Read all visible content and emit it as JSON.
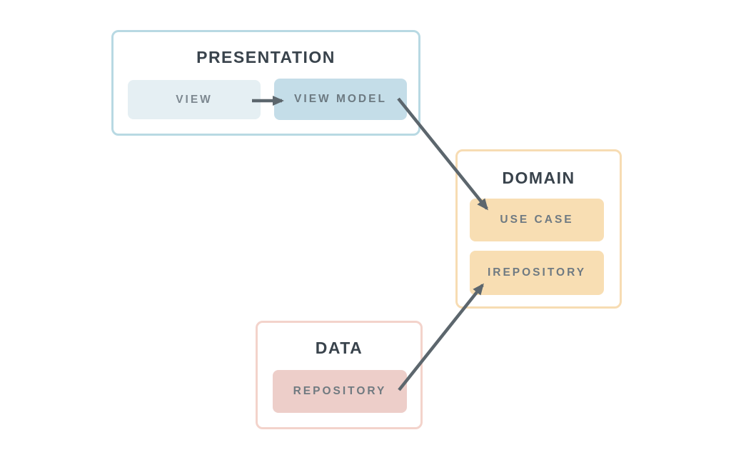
{
  "diagram": {
    "background": "#ffffff",
    "title_color": "#39434c",
    "arrow_color": "#5c666d",
    "groups": [
      {
        "id": "presentation",
        "title": "PRESENTATION",
        "border_color": "#b8d9e3",
        "nodes": [
          {
            "id": "view",
            "label": "VIEW",
            "fill": "#e5eff3",
            "text_color": "#7d8890"
          },
          {
            "id": "view-model",
            "label": "VIEW MODEL",
            "fill": "#c4dde8",
            "text_color": "#6d7a82"
          }
        ]
      },
      {
        "id": "domain",
        "title": "DOMAIN",
        "border_color": "#f7dcb3",
        "nodes": [
          {
            "id": "use-case",
            "label": "USE CASE",
            "fill": "#f8deb3",
            "text_color": "#6f7a82"
          },
          {
            "id": "irepository",
            "label": "IREPOSITORY",
            "fill": "#f8deb3",
            "text_color": "#6f7a82"
          }
        ]
      },
      {
        "id": "data",
        "title": "DATA",
        "border_color": "#f3d3cb",
        "nodes": [
          {
            "id": "repository",
            "label": "REPOSITORY",
            "fill": "#edcec9",
            "text_color": "#707a80"
          }
        ]
      }
    ],
    "edges": [
      {
        "id": "view-to-view-model",
        "from": "view",
        "to": "view-model"
      },
      {
        "id": "view-model-to-use-case",
        "from": "view-model",
        "to": "use-case"
      },
      {
        "id": "repository-to-irepository",
        "from": "repository",
        "to": "irepository"
      }
    ]
  }
}
